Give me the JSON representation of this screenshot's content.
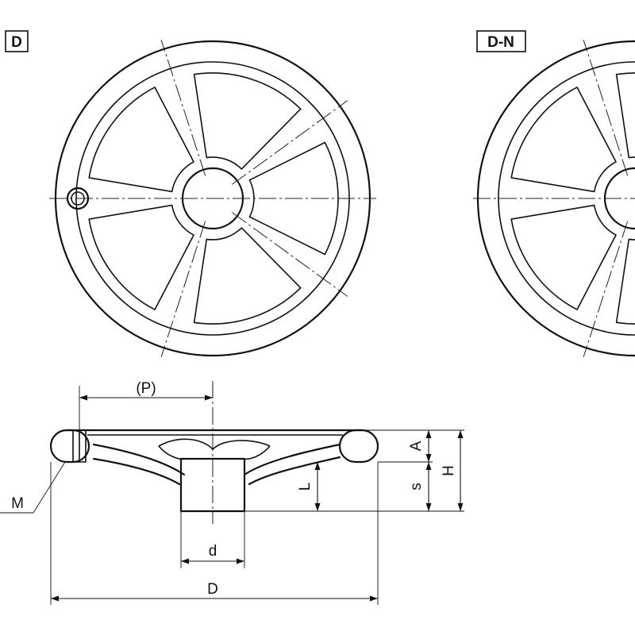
{
  "views": {
    "front_d": {
      "tag": "D"
    },
    "front_dn": {
      "tag": "D-N"
    },
    "side": {
      "labels": {
        "P": "(P)",
        "A": "A",
        "H": "H",
        "L": "L",
        "s": "s",
        "M": "M",
        "d": "d",
        "D": "D"
      }
    }
  },
  "colors": {
    "line": "#111111",
    "background": "#ffffff"
  }
}
